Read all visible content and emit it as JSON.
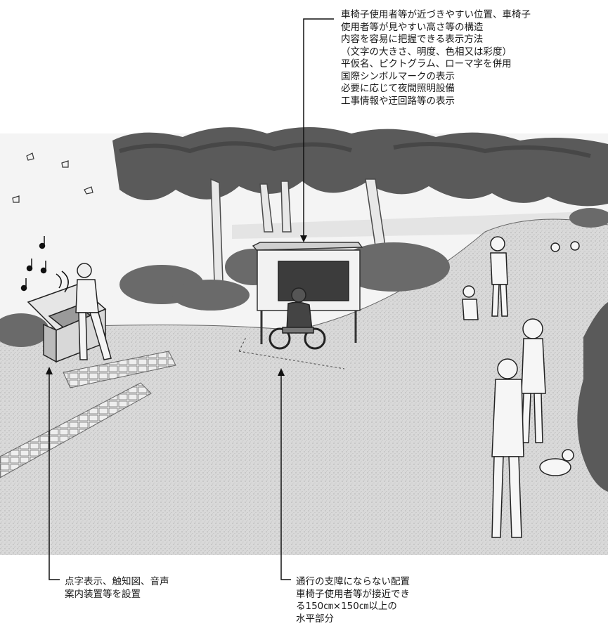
{
  "callouts": {
    "top": {
      "lines": [
        "車椅子使用者等が近づきやすい位置、車椅子",
        "使用者等が見やすい高さ等の構造",
        "内容を容易に把握できる表示方法",
        "（文字の大きさ、明度、色相又は彩度）",
        "平仮名、ピクトグラム、ローマ字を併用",
        "国際シンボルマークの表示",
        "必要に応じて夜間照明設備",
        "工事情報や迂回路等の表示"
      ]
    },
    "bottom_left": {
      "lines": [
        "点字表示、触知図、音声",
        "案内装置等を設置"
      ]
    },
    "bottom_center": {
      "lines": [
        "通行の支障にならない配置",
        "車椅子使用者等が接近でき",
        "る150㎝×150㎝以上の",
        "水平部分"
      ]
    }
  },
  "colors": {
    "ink": "#1a1a1a",
    "foliage": "#555555",
    "ground": "#dcdcdc",
    "sky": "#f2f2f2"
  }
}
